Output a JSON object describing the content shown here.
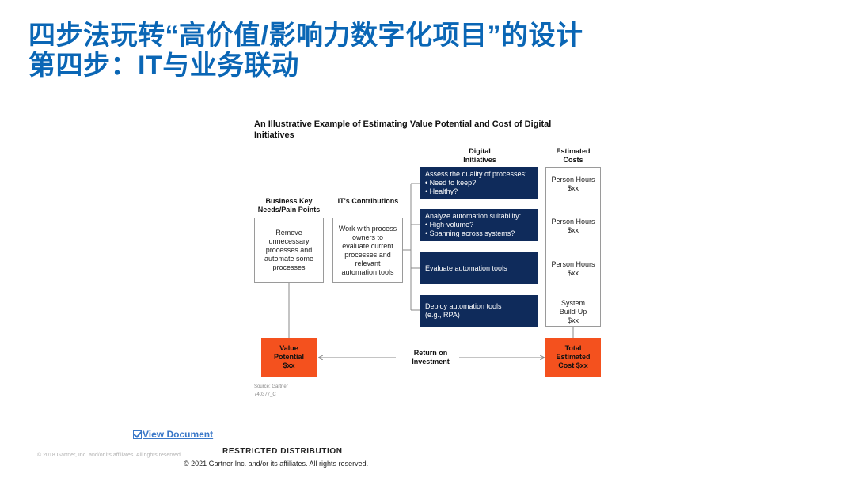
{
  "slide": {
    "title_line1": "四步法玩转“高价值/影响力数字化项目”的设计",
    "title_line2": "第四步：IT与业务联动"
  },
  "figure": {
    "title": "An Illustrative Example of Estimating Value Potential and Cost of Digital Initiatives",
    "headers": {
      "business": "Business Key Needs/Pain Points",
      "it": "IT's Contributions",
      "digital": "Digital Initiatives",
      "costs": "Estimated Costs"
    },
    "business_box": "Remove unnecessary processes and automate some processes",
    "it_box": "Work with process owners to evaluate current processes and relevant automation tools",
    "initiatives": [
      {
        "lines": [
          "Assess the quality of processes:",
          "• Need to keep?",
          "• Healthy?"
        ]
      },
      {
        "lines": [
          "Analyze automation suitability:",
          "• High-volume?",
          "• Spanning across systems?"
        ]
      },
      {
        "lines": [
          "Evaluate automation tools"
        ]
      },
      {
        "lines": [
          "Deploy automation tools",
          "(e.g., RPA)"
        ]
      }
    ],
    "costs": [
      {
        "lines": [
          "Person Hours",
          "$xx"
        ]
      },
      {
        "lines": [
          "Person Hours",
          "$xx"
        ]
      },
      {
        "lines": [
          "Person Hours",
          "$xx"
        ]
      },
      {
        "lines": [
          "System",
          "Build-Up",
          "$xx"
        ]
      }
    ],
    "value_potential": [
      "Value",
      "Potential",
      "$xx"
    ],
    "total_cost": [
      "Total",
      "Estimated",
      "Cost $xx"
    ],
    "roi": "Return on Investment",
    "source": "Source: Gartner",
    "source_id": "740377_C",
    "colors": {
      "navy": "#0f2b5b",
      "orange": "#f4511e",
      "title_blue": "#0a66b5"
    }
  },
  "links": {
    "view_document": "View Document"
  },
  "footer": {
    "faint": "© 2018 Gartner, Inc. and/or its affiliates. All rights reserved.",
    "restricted": "RESTRICTED  DISTRIBUTION",
    "copyright": "© 2021 Gartner Inc. and/or its affiliates. All rights reserved."
  }
}
